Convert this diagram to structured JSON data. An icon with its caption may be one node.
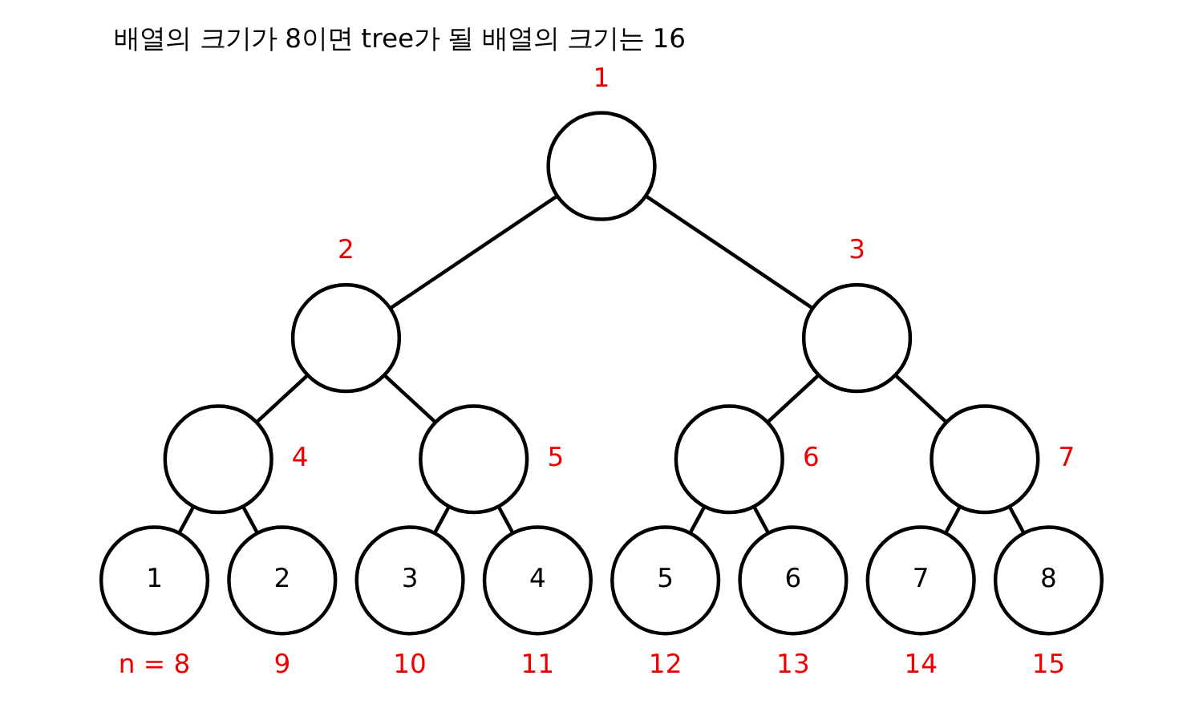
{
  "diagram": {
    "title": "배열의 크기가 8이면 tree가 될 배열의 크기는 16",
    "nodes": [
      {
        "text": [],
        "shape": "circle",
        "beside": [
          "1"
        ]
      },
      {
        "text": [],
        "shape": "circle",
        "beside": [
          "2"
        ]
      },
      {
        "text": [],
        "shape": "circle",
        "beside": [
          "3"
        ]
      },
      {
        "text": [],
        "shape": "circle",
        "beside": [
          "4"
        ]
      },
      {
        "text": [],
        "shape": "circle",
        "beside": [
          "5"
        ]
      },
      {
        "text": [],
        "shape": "circle",
        "beside": [
          "6"
        ]
      },
      {
        "text": [],
        "shape": "circle",
        "beside": [
          "7"
        ]
      },
      {
        "text": [
          "1"
        ],
        "beside": [
          "n = 8"
        ]
      },
      {
        "text": [
          "2"
        ],
        "beside": [
          "9"
        ]
      },
      {
        "text": [
          "3"
        ],
        "beside": [
          "10"
        ]
      },
      {
        "text": [
          "4"
        ],
        "beside": [
          "11"
        ]
      },
      {
        "text": [
          "5"
        ],
        "beside": [
          "12"
        ]
      },
      {
        "text": [
          "6"
        ],
        "beside": [
          "13"
        ]
      },
      {
        "text": [
          "7"
        ],
        "beside": [
          "14"
        ]
      },
      {
        "text": [
          "8"
        ],
        "beside": [
          "15"
        ]
      }
    ],
    "edges": [
      {
        "from": 0,
        "to": 1,
        "arrow": "none"
      },
      {
        "from": 0,
        "to": 2,
        "arrow": "none"
      },
      {
        "from": 1,
        "to": 3,
        "arrow": "none"
      },
      {
        "from": 1,
        "to": 4,
        "arrow": "none"
      },
      {
        "from": 2,
        "to": 5,
        "arrow": "none"
      },
      {
        "from": 2,
        "to": 6,
        "arrow": "none"
      },
      {
        "from": 3,
        "to": 7,
        "arrow": "none"
      },
      {
        "from": 3,
        "to": 8,
        "arrow": "none"
      },
      {
        "from": 4,
        "to": 9,
        "arrow": "none"
      },
      {
        "from": 4,
        "to": 10,
        "arrow": "none"
      },
      {
        "from": 5,
        "to": 11,
        "arrow": "none"
      },
      {
        "from": 5,
        "to": 12,
        "arrow": "none"
      },
      {
        "from": 6,
        "to": 13,
        "arrow": "none"
      },
      {
        "from": 6,
        "to": 14,
        "arrow": "none"
      }
    ]
  }
}
